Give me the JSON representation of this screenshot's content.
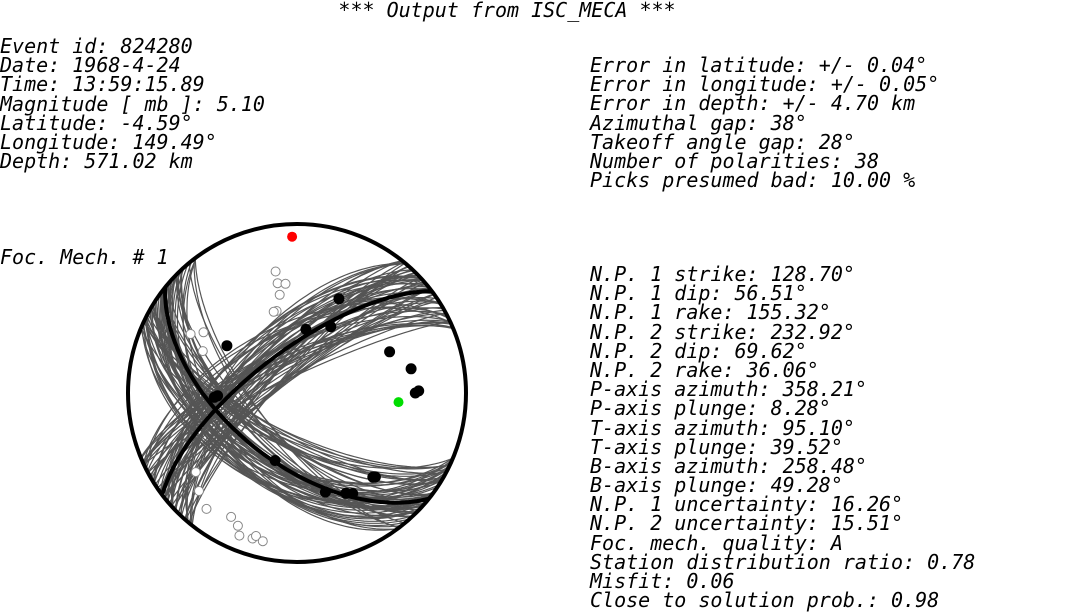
{
  "title": "*** Output from ISC_MECA ***",
  "event": {
    "lines": [
      "Event id: 824280",
      "Date: 1968-4-24",
      "Time: 13:59:15.89",
      "Magnitude [ mb ]: 5.10",
      "Latitude: -4.59°",
      "Longitude: 149.49°",
      "Depth: 571.02 km"
    ]
  },
  "errors": {
    "lines": [
      "Error in latitude: +/- 0.04°",
      "Error in longitude: +/- 0.05°",
      "Error in depth: +/- 4.70 km",
      "Azimuthal gap: 38°",
      "Takeoff angle gap: 28°",
      "Number of polarities: 38",
      "Picks presumed bad: 10.00 %"
    ]
  },
  "mechanism_label": "Foc. Mech. # 1",
  "solution": {
    "lines": [
      "N.P. 1 strike: 128.70°",
      "N.P. 1 dip: 56.51°",
      "N.P. 1 rake: 155.32°",
      "N.P. 2 strike: 232.92°",
      "N.P. 2 dip: 69.62°",
      "N.P. 2 rake: 36.06°",
      "P-axis azimuth: 358.21°",
      "P-axis plunge: 8.28°",
      "T-axis azimuth: 95.10°",
      "T-axis plunge: 39.52°",
      "B-axis azimuth: 258.48°",
      "B-axis plunge: 49.28°",
      "N.P. 1 uncertainty: 16.26°",
      "N.P. 2 uncertainty: 15.51°",
      "Foc. mech. quality: A",
      "Station distribution ratio: 0.78",
      "Misfit: 0.06",
      "Close to solution prob.: 0.98"
    ]
  },
  "colors": {
    "p_axis": "#ff0000",
    "t_axis": "#00dd00",
    "nodal_band": "#555555",
    "compression": "#000000",
    "dilatation": "#ffffff"
  },
  "polarities": {
    "compression": [
      {
        "az": 24,
        "r": 0.61
      },
      {
        "az": 304,
        "r": 0.5
      },
      {
        "az": 27,
        "r": 0.44
      },
      {
        "az": 66,
        "r": 0.6
      },
      {
        "az": 78,
        "r": 0.69
      },
      {
        "az": 268,
        "r": 0.47
      },
      {
        "az": 267,
        "r": 0.49
      },
      {
        "az": 89,
        "r": 0.72
      },
      {
        "az": 90,
        "r": 0.7
      },
      {
        "az": 138,
        "r": 0.67
      },
      {
        "az": 137,
        "r": 0.68
      },
      {
        "az": 154,
        "r": 0.66
      },
      {
        "az": 151,
        "r": 0.68
      },
      {
        "az": 164,
        "r": 0.61
      },
      {
        "az": 198,
        "r": 0.42
      },
      {
        "az": 8,
        "r": 0.38
      }
    ],
    "dilatation": [
      {
        "az": 350,
        "r": 0.73
      },
      {
        "az": 350,
        "r": 0.66
      },
      {
        "az": 354,
        "r": 0.65
      },
      {
        "az": 350,
        "r": 0.59
      },
      {
        "az": 346,
        "r": 0.5
      },
      {
        "az": 344,
        "r": 0.5
      },
      {
        "az": 303,
        "r": 0.66
      },
      {
        "az": 299,
        "r": 0.72
      },
      {
        "az": 294,
        "r": 0.61
      },
      {
        "az": 232,
        "r": 0.76
      },
      {
        "az": 225,
        "r": 0.82
      },
      {
        "az": 208,
        "r": 0.83
      },
      {
        "az": 204,
        "r": 0.86
      },
      {
        "az": 202,
        "r": 0.91
      },
      {
        "az": 197,
        "r": 0.9
      },
      {
        "az": 196,
        "r": 0.88
      },
      {
        "az": 193,
        "r": 0.9
      },
      {
        "az": 218,
        "r": 0.87
      }
    ]
  }
}
